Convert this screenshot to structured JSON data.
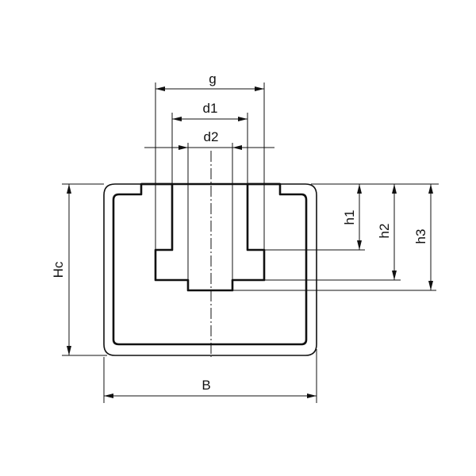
{
  "diagram": {
    "title": "Guide profile cross-section",
    "labels": {
      "g": "g",
      "d1": "d1",
      "d2": "d2",
      "Hc": "Hc",
      "B": "B",
      "h1": "h1",
      "h2": "h2",
      "h3": "h3"
    },
    "colors": {
      "line": "#111111",
      "background": "#ffffff"
    }
  }
}
